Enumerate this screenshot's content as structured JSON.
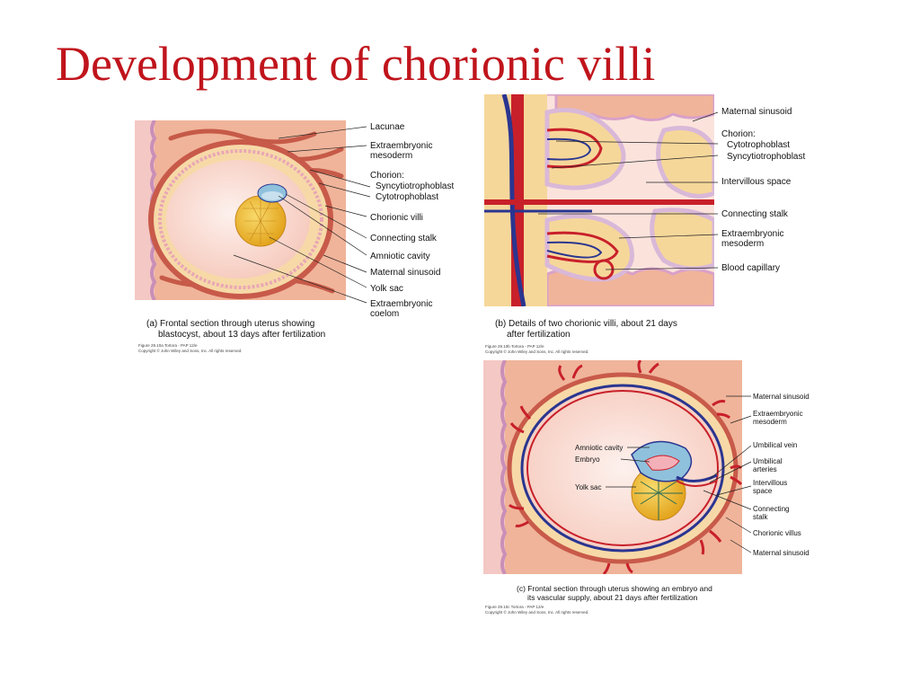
{
  "slide": {
    "title": "Development of chorionic villi"
  },
  "panel_a": {
    "labels": [
      "Lacunae",
      "Extraembryonic\nmesoderm",
      "Chorion:",
      "Syncytiotrophoblast",
      "Cytotrophoblast",
      "Chorionic villi",
      "Connecting stalk",
      "Amniotic cavity",
      "Maternal sinusoid",
      "Yolk sac",
      "Extraembryonic\ncoelom"
    ],
    "caption_line1": "(a) Frontal section through uterus showing",
    "caption_line2": "blastocyst, about 13 days after fertilization",
    "credit_line1": "Figure 29.10a  Tortora - PAP 12/e",
    "credit_line2": "Copyright © John Wiley and Sons, Inc. All rights reserved."
  },
  "panel_b": {
    "labels": [
      "Maternal sinusoid",
      "Chorion:",
      "Cytotrophoblast",
      "Syncytiotrophoblast",
      "Intervillous space",
      "Connecting stalk",
      "Extraembryonic\nmesoderm",
      "Blood capillary"
    ],
    "caption_line1": "(b) Details of two chorionic villi, about 21 days",
    "caption_line2": "after fertilization",
    "credit_line1": "Figure 29.10b  Tortora - PAP 12/e",
    "credit_line2": "Copyright © John Wiley and Sons, Inc. All rights reserved."
  },
  "panel_c": {
    "labels_right": [
      "Maternal sinusoid",
      "Extraembryonic\nmesoderm",
      "Umbilical vein",
      "Umbilical\narteries",
      "Intervillous\nspace",
      "Connecting\nstalk",
      "Chorionic villus",
      "Maternal sinusoid"
    ],
    "labels_left": [
      "Amniotic cavity",
      "Embryo",
      "Yolk sac"
    ],
    "caption_line1": "(c) Frontal section through uterus showing an embryo and",
    "caption_line2": "its vascular supply, about 21 days after fertilization",
    "credit_line1": "Figure 29.10c  Tortora - PAP 12/e",
    "credit_line2": "Copyright © John Wiley and Sons, Inc. All rights reserved."
  },
  "colors": {
    "title": "#c0141c",
    "tissue": "#f0b49a",
    "tissue_dark": "#d9735f",
    "mesoderm": "#f6d79a",
    "cavity": "#fbe3dc",
    "vessel_red": "#c8202a",
    "vessel_blue": "#2a3590",
    "yolk": "#f2c23a",
    "amnion": "#8fc1dc",
    "cyto_cells": "#d9b8d8"
  }
}
